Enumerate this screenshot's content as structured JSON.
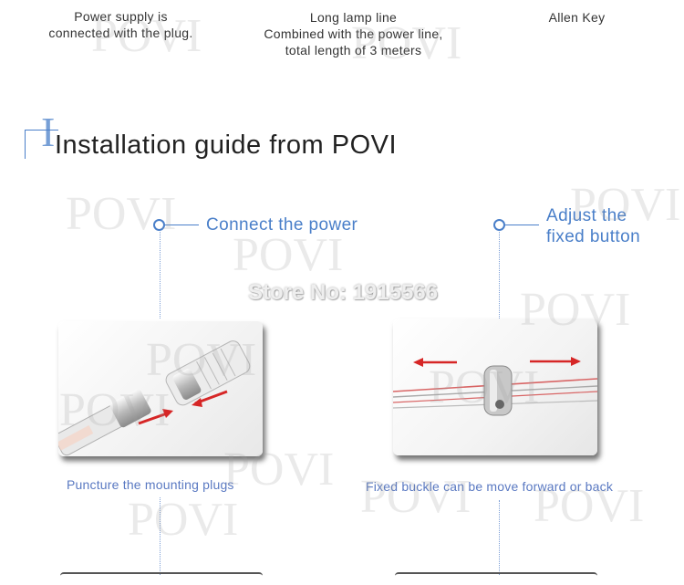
{
  "top_captions": {
    "power": "Power supply is\nconnected with the plug.",
    "lamp": "Long lamp line\nCombined with the power line,\ntotal length of 3 meters",
    "allen": "Allen Key"
  },
  "title": {
    "glyph": "I",
    "text": "Installation guide from POVI"
  },
  "steps": {
    "left_label": "Connect the power",
    "right_label": "Adjust the\nfixed button"
  },
  "captions": {
    "left": "Puncture the mounting plugs",
    "right": "Fixed buckle can be move forward or back"
  },
  "watermark": {
    "text": "POVI",
    "store": "Store No: 1915566"
  },
  "colors": {
    "accent": "#4a7fc9",
    "arrow_red": "#d62626",
    "heading_glyph": "#4a7fc9"
  }
}
